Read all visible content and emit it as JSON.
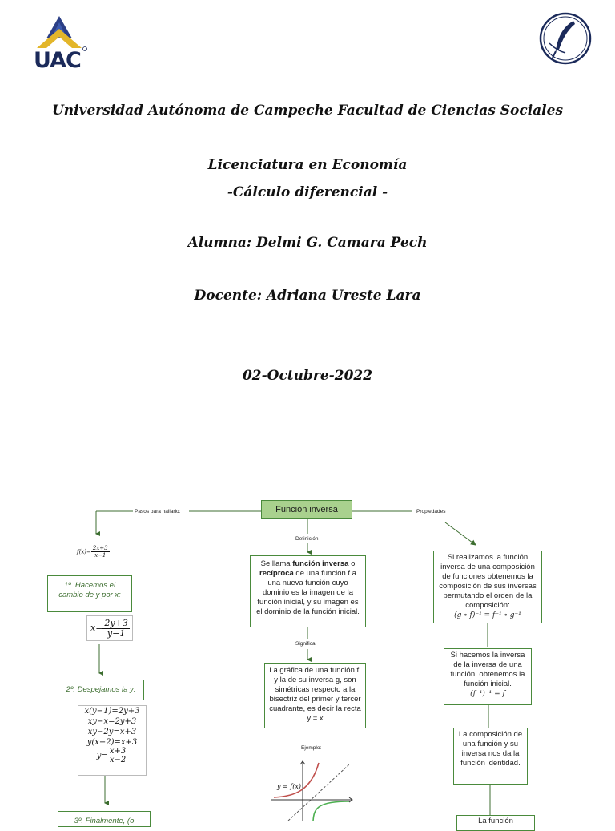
{
  "header": {
    "logo_left_text": "UAC",
    "title_university": "Universidad Autónoma de Campeche Facultad de Ciencias Sociales",
    "degree": "Licenciatura en Economía",
    "course": "-Cálculo diferencial -",
    "student": "Alumna: Delmi G. Camara Pech",
    "teacher": "Docente: Adriana Ureste Lara",
    "date": "02-Octubre-2022"
  },
  "map": {
    "center_title": "Función inversa",
    "branch_left_label": "Pasos para hallarlo:",
    "branch_right_label": "Propiedades",
    "branch_center_label": "Definición",
    "significa_label": "Significa",
    "ejemplo_label": "Ejemplo:",
    "fx_lhs": "f(x)=",
    "fx_num": "2x+3",
    "fx_den": "x−1",
    "step1": "1º. Hacemos el cambio de y por x:",
    "step1_lhs": "x=",
    "step1_num": "2y+3",
    "step1_den": "y−1",
    "step2": "2º. Despejamos la y:",
    "step2_line1": "x(y−1)=2y+3",
    "step2_line2": "xy−x=2y+3",
    "step2_line3": "xy−2y=x+3",
    "step2_line4": "y(x−2)=x+3",
    "step2_lhs": "y=",
    "step2_num": "x+3",
    "step2_den": "x−2",
    "step3": "3º. Finalmente, (o",
    "definition_pre": "Se llama ",
    "definition_bold1": "función inversa",
    "definition_mid": " o ",
    "definition_bold2": "recíproca",
    "definition_post": " de una función f a una nueva función cuyo dominio es la imagen de la función inicial, y su imagen es el dominio de la función inicial.",
    "significa_text": "La gráfica de una función f, y la de su inversa g, son simétricas respecto a la bisectriz del primer y tercer cuadrante, es decir la recta y = x",
    "graph_label": "y = f(x)",
    "prop1_text": "Si realizamos la función inversa de una composición de funciones obtenemos la composición de sus inversas permutando el orden de la composición:",
    "prop1_formula": "(g ∘ f)⁻¹ = f⁻¹ ∘ g⁻¹",
    "prop2_text": "Si hacemos la inversa de la inversa de una función, obtenemos la función inicial.",
    "prop2_formula": "(f⁻¹)⁻¹ = f",
    "prop3_text": "La composición de una función y su inversa nos da la función identidad.",
    "prop4_text": "La función"
  },
  "colors": {
    "accent_green": "#4a8a3c",
    "center_fill": "#a9d18e",
    "logo_blue": "#1b2a5a",
    "logo_gold": "#e3b62a"
  }
}
